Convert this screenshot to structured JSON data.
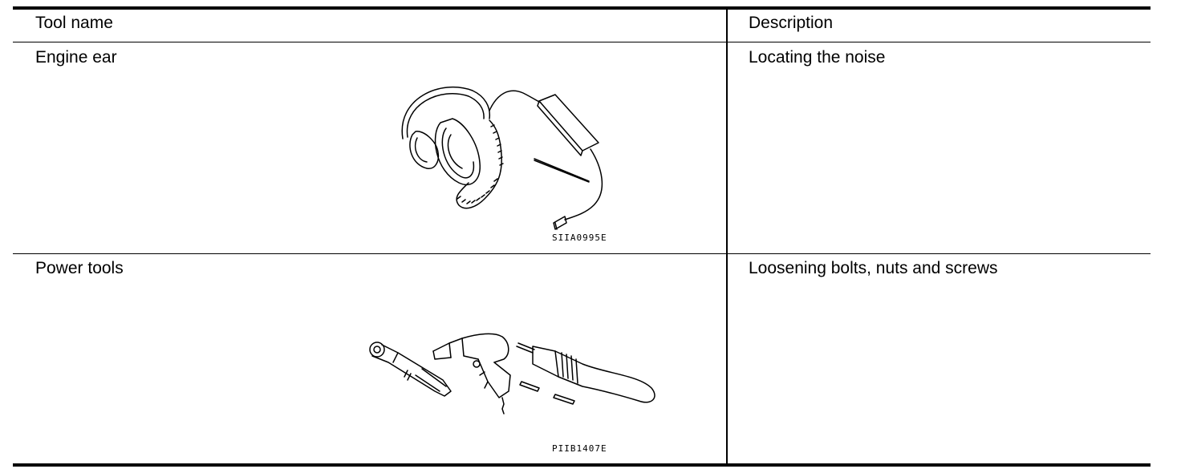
{
  "table": {
    "headers": {
      "tool_name": "Tool name",
      "description": "Description"
    },
    "rows": [
      {
        "tool_name": "Engine ear",
        "description": "Locating the noise",
        "illustration_code": "SIIA0995E",
        "icon": "engine-ear-stethoscope-icon"
      },
      {
        "tool_name": "Power tools",
        "description": "Loosening bolts, nuts and screws",
        "illustration_code": "PIIB1407E",
        "icon": "power-tools-icon"
      }
    ]
  }
}
